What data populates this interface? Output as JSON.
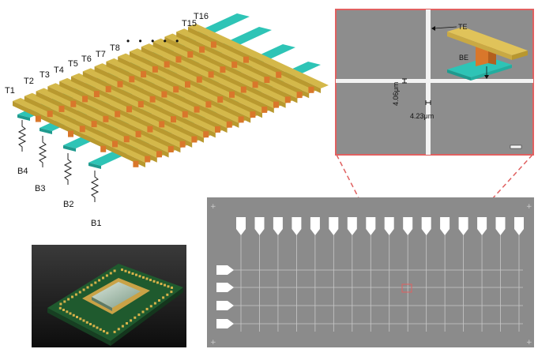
{
  "crossbar": {
    "top_electrodes": [
      "T1",
      "T2",
      "T3",
      "T4",
      "T5",
      "T6",
      "T7",
      "T8"
    ],
    "top_electrode_last": [
      "T15",
      "T16"
    ],
    "ellipsis": "• • • • •",
    "bottom_electrodes": [
      "B4",
      "B3",
      "B2",
      "B1"
    ],
    "colors": {
      "top_electrode": "#d4b84a",
      "bottom_electrode": "#2ec4b6",
      "device": "#d9772b",
      "resistor": "#222222"
    }
  },
  "sem_zoom": {
    "label_te": "TE",
    "label_be": "BE",
    "dim_vertical": "4.06μm",
    "dim_horizontal": "4.23μm",
    "frame_color": "#e06060",
    "background": "#8c8c8c"
  },
  "sem_overview": {
    "pad_count_top": 16,
    "pad_count_left": 4,
    "background": "#8a8a8a"
  },
  "chip_photo": {
    "board_color": "#1f5a2e",
    "pad_color": "#d6b24a"
  }
}
